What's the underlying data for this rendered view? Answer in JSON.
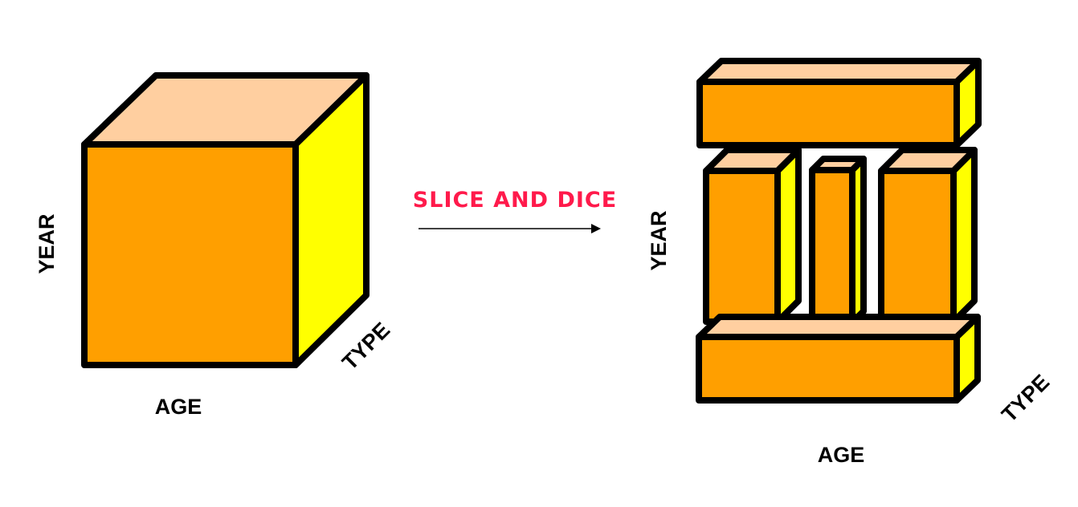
{
  "colors": {
    "front": "#ff9f00",
    "top": "#ffcfa0",
    "side": "#ffff00",
    "outline": "#000000",
    "operation_text": "#ff1a4b",
    "arrow": "#000000"
  },
  "left_cube": {
    "year_label": "YEAR",
    "age_label": "AGE",
    "type_label": "TYPE"
  },
  "operation": {
    "label": "SLICE AND DICE"
  },
  "right_cube": {
    "year_label": "YEAR",
    "age_label": "AGE",
    "type_label": "TYPE",
    "pieces": [
      "top-slab",
      "left-pillar",
      "middle-pillar",
      "right-pillar",
      "bottom-slab"
    ]
  }
}
